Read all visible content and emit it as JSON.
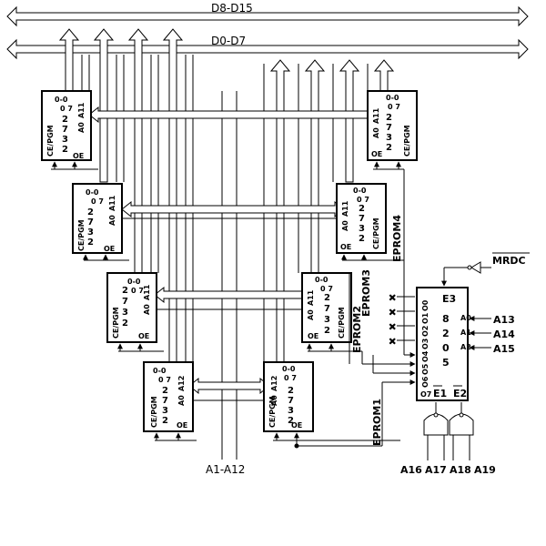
{
  "buses": {
    "high": "D8-D15",
    "low": "D0-D7",
    "address": "A1-A12"
  },
  "chip_pins": {
    "d_range_top": "0-0",
    "d_range_mid": "0 7",
    "size_a": "2",
    "size_b": "7",
    "size_c": "3",
    "size_d": "2",
    "addr_a0": "A0",
    "addr_a11": "A11",
    "addr_a12": "A12",
    "ce_pgm": "CE/PGM",
    "oe": "OE"
  },
  "eprom_labels": [
    "EPROM1",
    "EPROM2",
    "EPROM3",
    "EPROM4"
  ],
  "decoder": {
    "enable3": "E3",
    "enable1": "E1",
    "enable2": "E2",
    "inputs": [
      "A0",
      "A1",
      "A2"
    ],
    "outputs": [
      "O0",
      "O1",
      "O2",
      "O3",
      "O4",
      "O5",
      "O6",
      "O7"
    ],
    "part_digits": [
      "8",
      "2",
      "0",
      "5"
    ]
  },
  "signals": {
    "mrdc": "MRDC",
    "address_inputs": [
      "A13",
      "A14",
      "A15"
    ],
    "upper_address": [
      "A16",
      "A17",
      "A18",
      "A19"
    ]
  }
}
